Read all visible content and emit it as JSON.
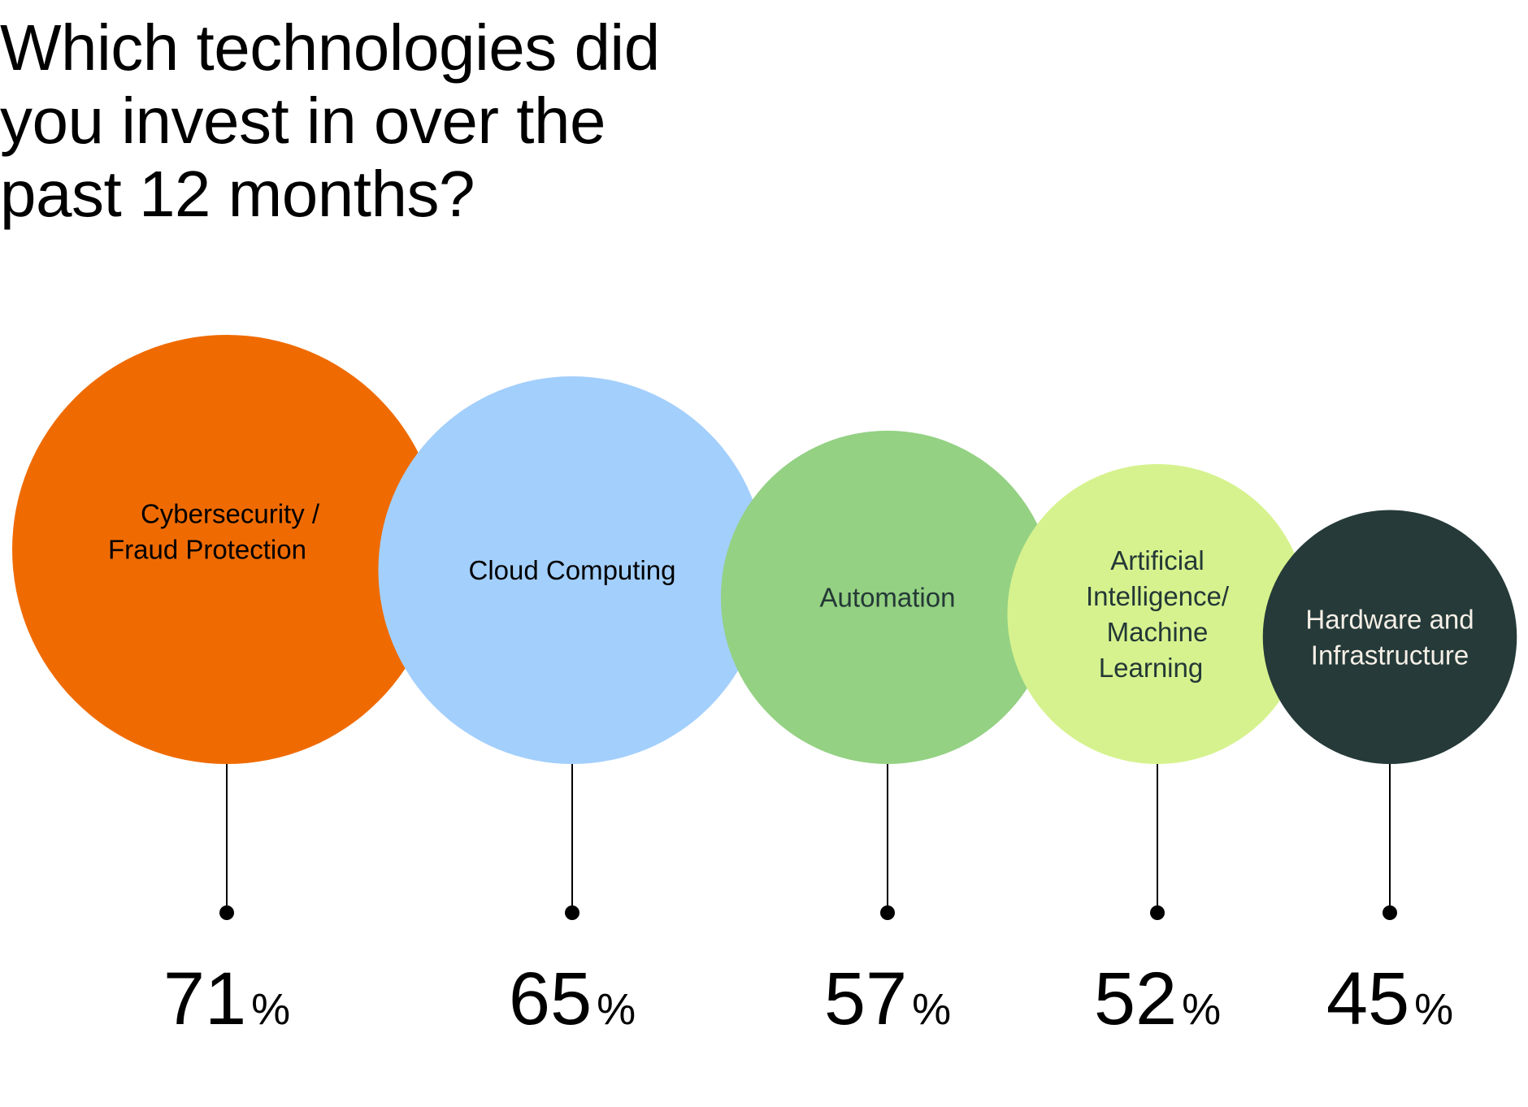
{
  "title": {
    "lines": [
      "Which technologies did",
      "you invest in over the",
      "past 12 months?"
    ]
  },
  "chart_data": {
    "type": "bubble",
    "title": "Which technologies did you invest in over the past 12 months?",
    "unit": "%",
    "categories": [
      "Cybersecurity / Fraud Protection",
      "Cloud Computing",
      "Automation",
      "Artificial Intelligence/ Machine Learning",
      "Hardware and Infrastructure"
    ],
    "values": [
      71,
      65,
      57,
      52,
      45
    ],
    "items": [
      {
        "label_lines": [
          "Cybersecurity /",
          "Fraud Protection"
        ],
        "value": 71,
        "value_label": "71",
        "color": "#ef6b02",
        "text_color": "#000000"
      },
      {
        "label_lines": [
          "Cloud Computing"
        ],
        "value": 65,
        "value_label": "65",
        "color": "#a3cffc",
        "text_color": "#000000"
      },
      {
        "label_lines": [
          "Automation"
        ],
        "value": 57,
        "value_label": "57",
        "color": "#94d183",
        "text_color": "#243836"
      },
      {
        "label_lines": [
          "Artificial",
          "Intelligence/",
          "Machine",
          "Learning"
        ],
        "value": 52,
        "value_label": "52",
        "color": "#d6f28e",
        "text_color": "#243836"
      },
      {
        "label_lines": [
          "Hardware and",
          "Infrastructure"
        ],
        "value": 45,
        "value_label": "45",
        "color": "#253a39",
        "text_color": "#f5efe6"
      }
    ],
    "percent_sign": "%",
    "legend": "none",
    "grid": false
  }
}
